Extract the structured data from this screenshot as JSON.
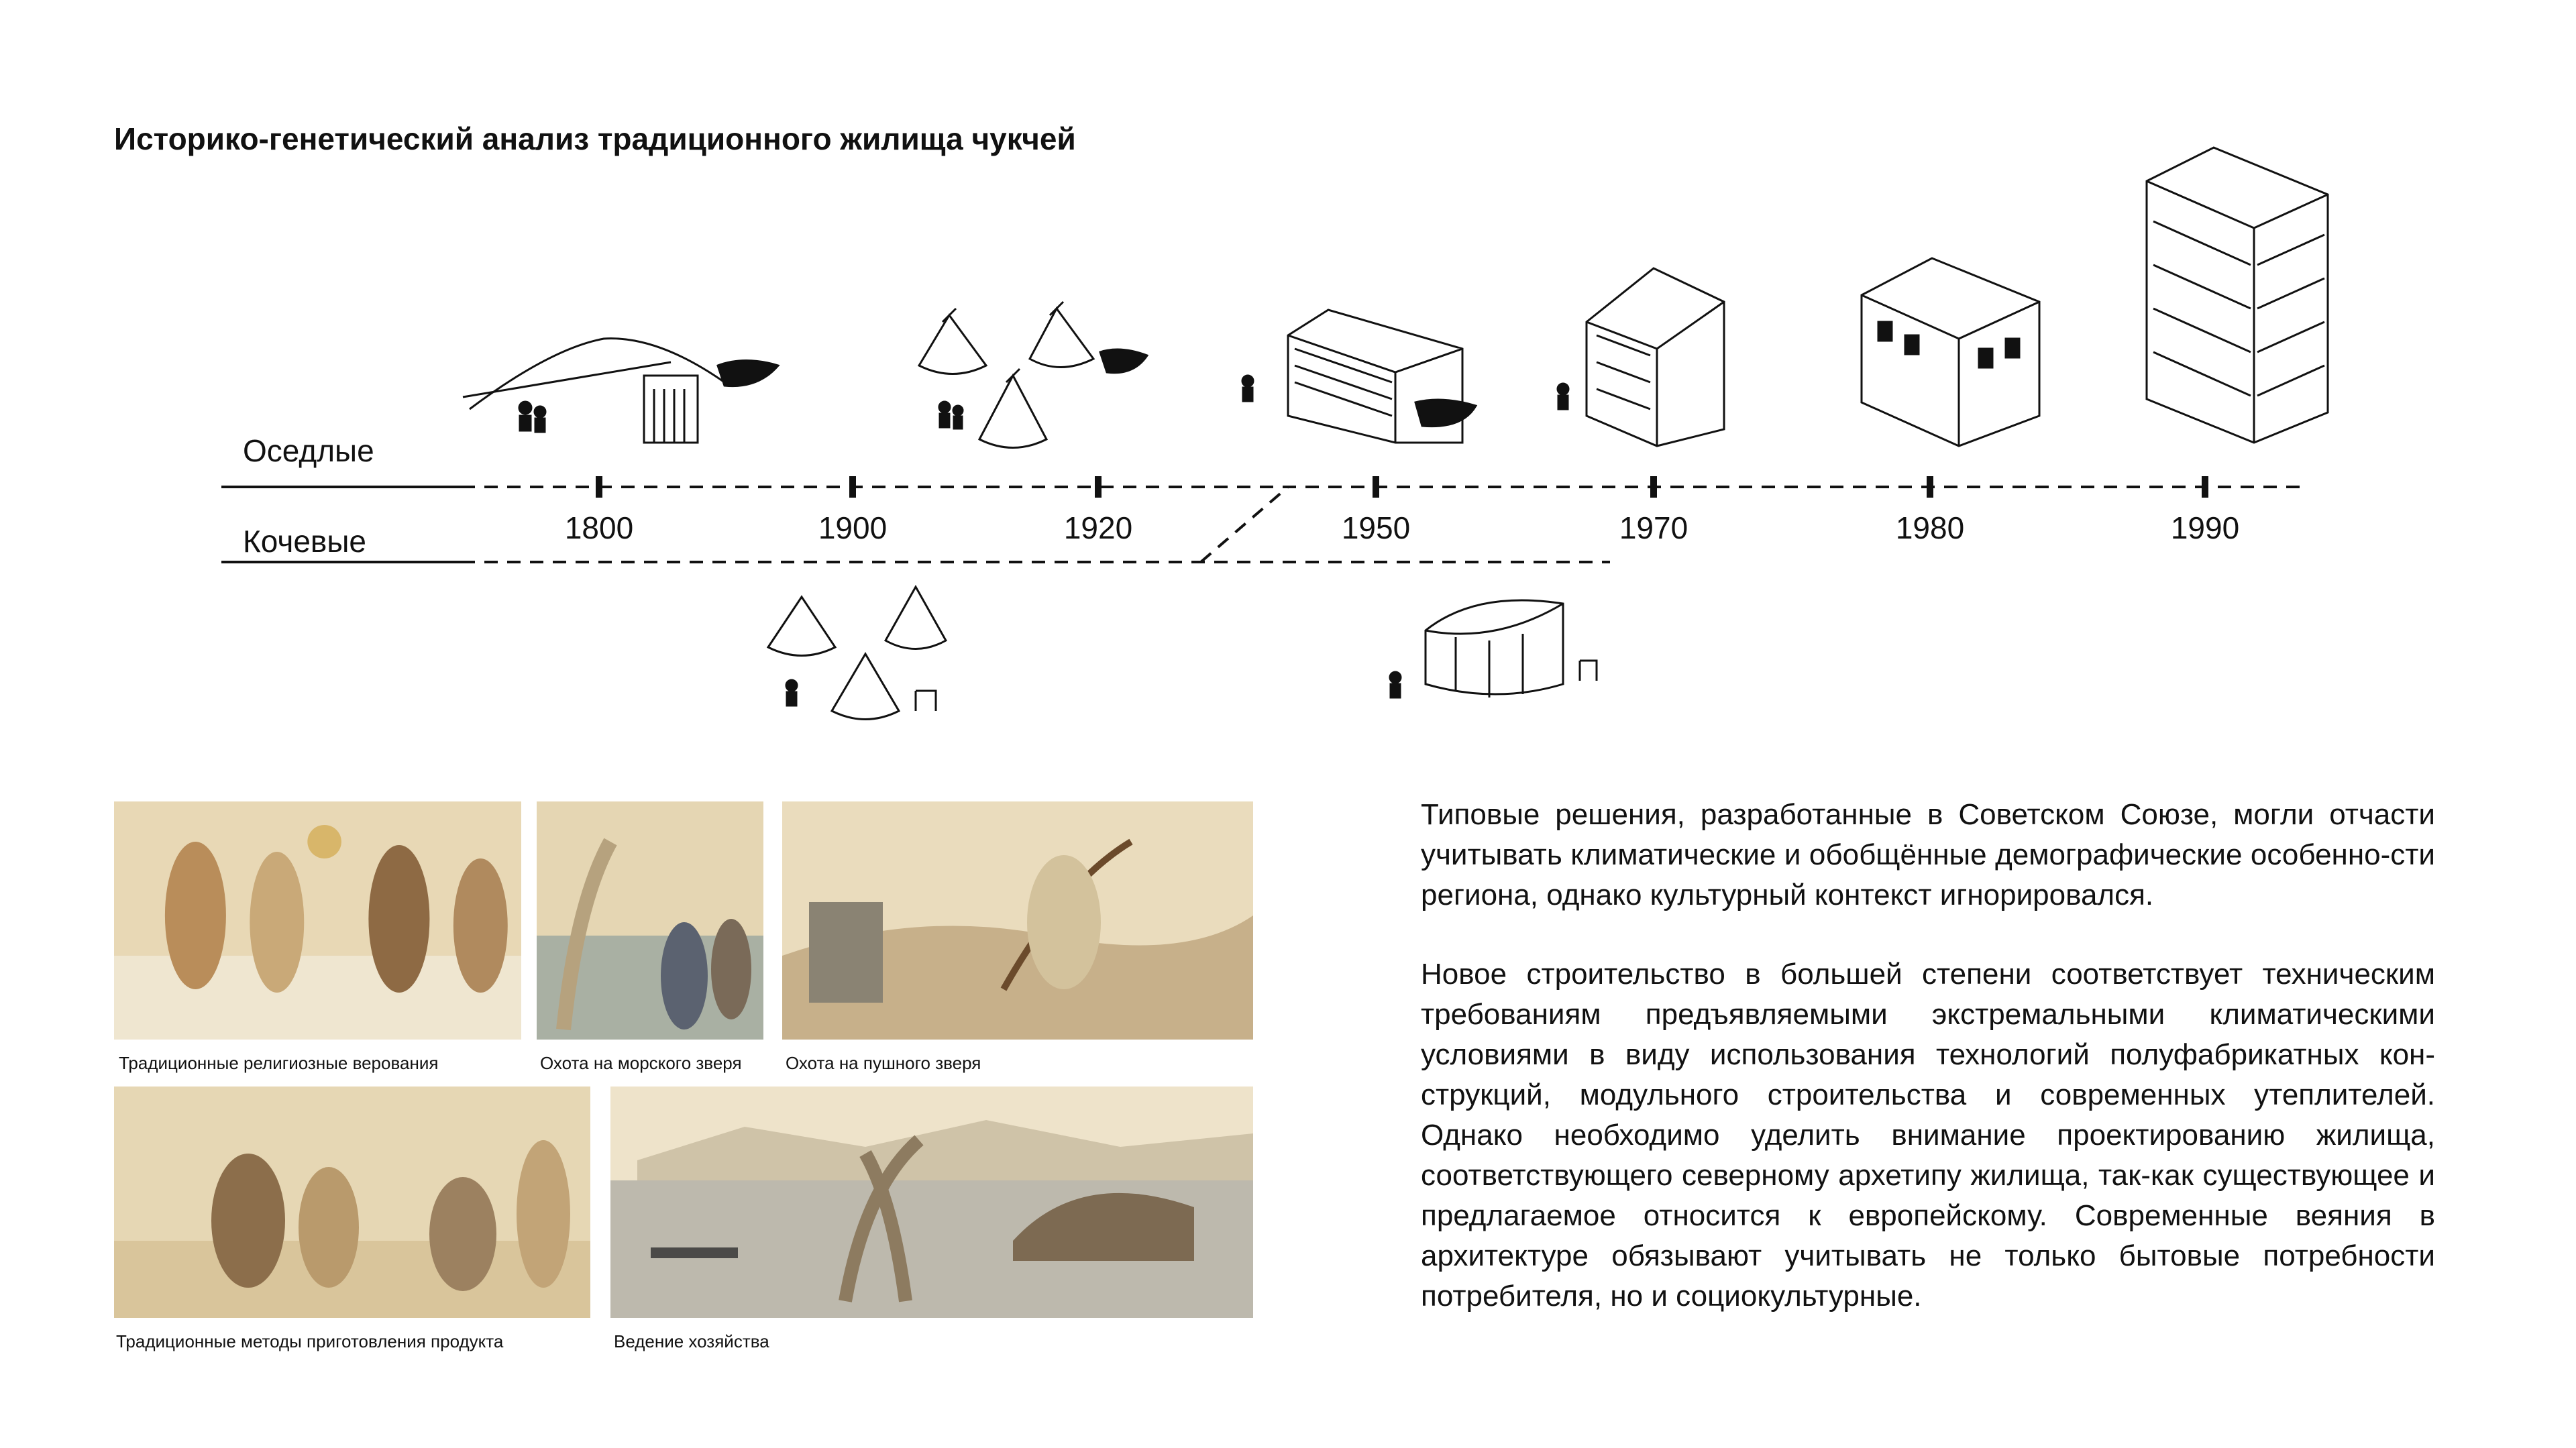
{
  "title": "Историко-генетический анализ традиционного жилища чукчей",
  "rows": {
    "settled": "Оседлые",
    "nomadic": "Кочевые"
  },
  "years": [
    "1800",
    "1900",
    "1920",
    "1950",
    "1970",
    "1980",
    "1990"
  ],
  "illustrations": [
    {
      "icon": "semi-dugout-icon"
    },
    {
      "icon": "yaranga-cluster-icon"
    },
    {
      "icon": "wooden-house-icon"
    },
    {
      "icon": "two-storey-house-icon"
    },
    {
      "icon": "brick-house-icon"
    },
    {
      "icon": "apartment-block-icon"
    },
    {
      "icon": "nomadic-yaranga-cluster-icon"
    },
    {
      "icon": "nomadic-yurt-icon"
    }
  ],
  "captions": {
    "religion": "Традиционные религиозные верования",
    "sea_hunting": "Охота на морского зверя",
    "fur_hunting": "Охота на пушного зверя",
    "food": "Традиционные методы приготовления продукта",
    "household": "Ведение хозяйства"
  },
  "paragraphs": [
    "Типовые решения, разработанные в Советском Союзе, могли отчасти учитывать климатические и обобщённые демографические особенно-сти региона, однако культурный контекст игнорировался.",
    "Новое строительство в большей степени соответствует техническим требованиям предъявляемыми экстремальными климатическими условиями в виду использования технологий полуфабрикатных кон-струкций, модульного строительства и современных утеплителей. Однако необходимо уделить внимание проектированию жилища, соответствующего северному архетипу жилища, так-как существующее и предлагаемое относится к европейскому. Современные веяния в архитектуре обязывают учитывать не только бытовые потребности потребителя, но и социокультурные."
  ]
}
